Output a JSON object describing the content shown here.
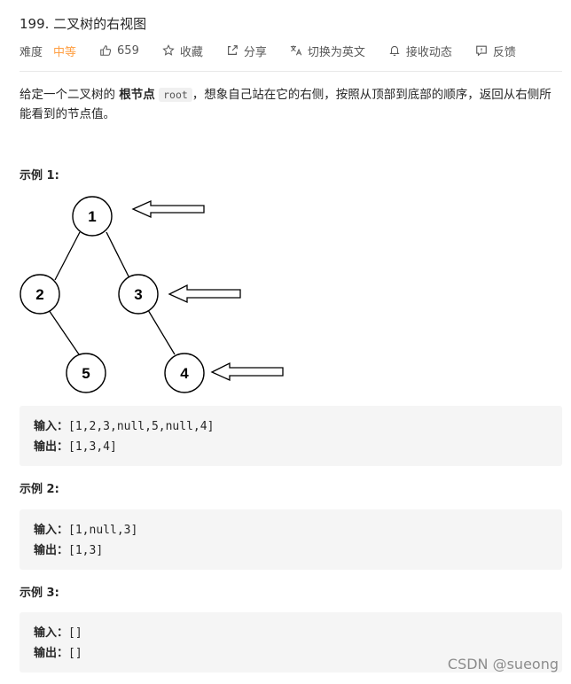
{
  "problem": {
    "title": "199. 二叉树的右视图"
  },
  "meta": {
    "difficulty_label": "难度",
    "difficulty": "中等",
    "likes": "659",
    "favorite_label": "收藏",
    "share_label": "分享",
    "translate_label": "切换为英文",
    "notify_label": "接收动态",
    "feedback_label": "反馈"
  },
  "description": {
    "part1": "给定一个二叉树的 ",
    "bold": "根节点",
    "code": "root",
    "part2": "，想象自己站在它的右侧，按照从顶部到底部的顺序，返回从右侧所能看到的节点值。"
  },
  "examples": [
    {
      "heading": "示例 1:",
      "input_label": "输入",
      "input": "[1,2,3,null,5,null,4]",
      "output_label": "输出",
      "output": "[1,3,4]"
    },
    {
      "heading": "示例 2:",
      "input_label": "输入",
      "input": "[1,null,3]",
      "output_label": "输出",
      "output": "[1,3]"
    },
    {
      "heading": "示例 3:",
      "input_label": "输入",
      "input": "[]",
      "output_label": "输出",
      "output": "[]"
    }
  ],
  "tree": {
    "nodes": [
      "1",
      "2",
      "3",
      "5",
      "4"
    ]
  },
  "watermark": "CSDN @sueong"
}
